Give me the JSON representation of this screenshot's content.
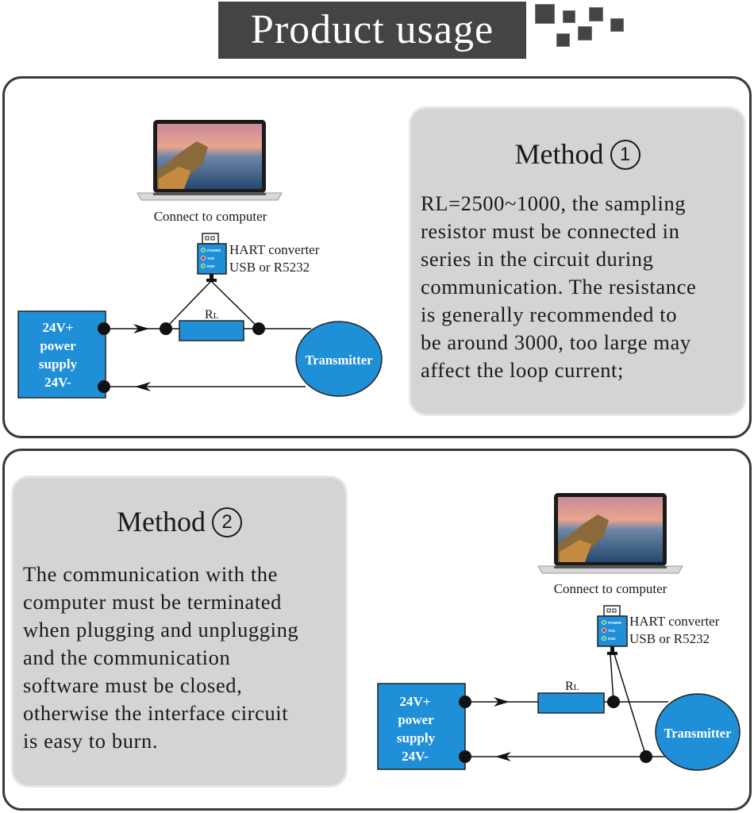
{
  "header": {
    "title": "Product usage",
    "accent_color": "#444444"
  },
  "method1": {
    "title": "Method",
    "number": "1",
    "body": "RL=2500~1000, the sampling\nresistor must be connected in\nseries in the circuit during\ncommunication. The resistance\nis generally recommended to\nbe around 3000, too large may\naffect the loop current;",
    "diagram": {
      "computer_caption": "Connect to computer",
      "converter_line1": "HART converter",
      "converter_line2": "USB or R5232",
      "converter_leds": [
        "POWER",
        "TXD",
        "RXD"
      ],
      "resistor_label": "R",
      "resistor_sub": "L",
      "power_supply": [
        "24V+",
        "power",
        "supply",
        "24V-"
      ],
      "transmitter": "Transmitter"
    }
  },
  "method2": {
    "title": "Method",
    "number": "2",
    "body": "The communication with the\ncomputer must be terminated\nwhen plugging and unplugging\nand the communication\nsoftware must be closed,\notherwise the interface circuit\nis easy to burn.",
    "diagram": {
      "computer_caption": "Connect to computer",
      "converter_line1": "HART converter",
      "converter_line2": "USB or R5232",
      "converter_leds": [
        "POWER",
        "TXD",
        "RXD"
      ],
      "resistor_label": "R",
      "resistor_sub": "L",
      "power_supply": [
        "24V+",
        "power",
        "supply",
        "24V-"
      ],
      "transmitter": "Transmitter"
    }
  },
  "colors": {
    "component_blue": "#1f8fd8",
    "card_gray": "#d4d4d4",
    "border_dark": "#3a3a3a",
    "led_green": "#2fb84a",
    "led_red": "#d8262c"
  }
}
